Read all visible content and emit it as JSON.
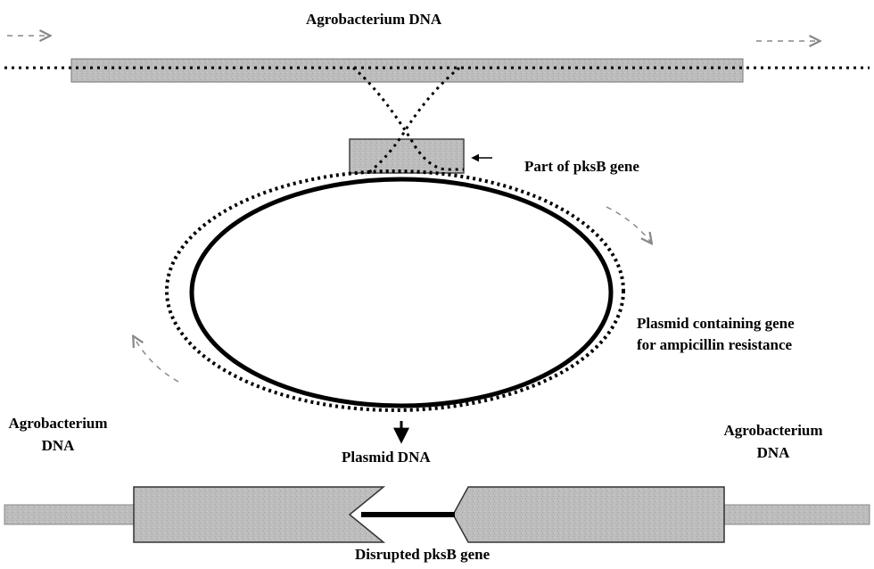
{
  "labels": {
    "top_dna": "Agrobacterium DNA",
    "part_gene": "Part of pksB gene",
    "plasmid_line1": "Plasmid containing gene",
    "plasmid_line2": "for ampicillin resistance",
    "left_dna_line1": "Agrobacterium",
    "left_dna_line2": "DNA",
    "right_dna_line1": "Agrobacterium",
    "right_dna_line2": "DNA",
    "plasmid_dna": "Plasmid DNA",
    "disrupted": "Disrupted pksB gene"
  },
  "colors": {
    "bar_fill": "#b9b9b9",
    "bar_stroke": "#555555",
    "plasmid_ring": "#000000",
    "dotted": "#000000",
    "dashed_arrow": "#888888"
  }
}
